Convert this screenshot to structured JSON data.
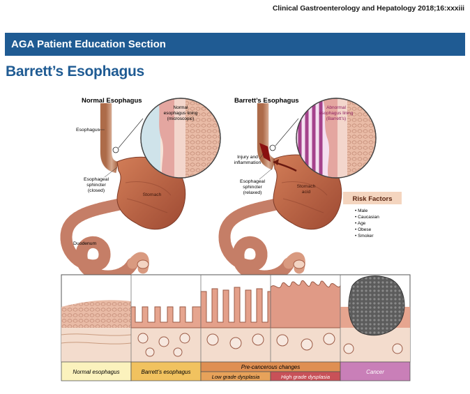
{
  "header": {
    "journal_citation": "Clinical Gastroenterology and Hepatology 2018;16:xxxiii",
    "section": "AGA Patient Education Section",
    "title": "Barrett’s Esophagus"
  },
  "normal_panel": {
    "heading": "Normal Esophagus",
    "inset_label_1": "Normal",
    "inset_label_2": "esophagus lining",
    "inset_label_3": "(microscopic)",
    "esophagus": "Esophagus",
    "sphincter_1": "Esophageal",
    "sphincter_2": "sphincter",
    "sphincter_3": "(closed)",
    "stomach": "Stomach",
    "duodenum": "Duodenum"
  },
  "barrett_panel": {
    "heading": "Barrett’s Esophagus",
    "inset_label_1": "Abnormal",
    "inset_label_2": "esophagus lining",
    "inset_label_3": "(Barrett’s)",
    "injury_1": "Injury and",
    "injury_2": "inflammation",
    "sphincter_1": "Esophageal",
    "sphincter_2": "sphincter",
    "sphincter_3": "(relaxed)",
    "acid_1": "Stomach",
    "acid_2": "acid"
  },
  "risk_factors": {
    "title": "Risk Factors",
    "items": [
      "Male",
      "Caucasian",
      "Age",
      "Obese",
      "Smoker"
    ]
  },
  "stages": {
    "normal": "Normal esophagus",
    "barretts": "Barrett’s esophagus",
    "precancer": "Pre-cancerous changes",
    "low_grade": "Low grade dysplasia",
    "high_grade": "High grade dysplasia",
    "cancer": "Cancer"
  },
  "colors": {
    "banner": "#1f5b93",
    "stomach": "#c36b4a",
    "tissue": "#e8b7a1",
    "barrett_lining": "#a5428c",
    "normal_stage": "#fbf2bd",
    "barretts_stage": "#f1c25f",
    "precancer_stage": "#df8f52",
    "low_grade_stage": "#e7a25a",
    "high_grade_stage": "#c85158",
    "cancer_stage": "#c97fb8"
  }
}
